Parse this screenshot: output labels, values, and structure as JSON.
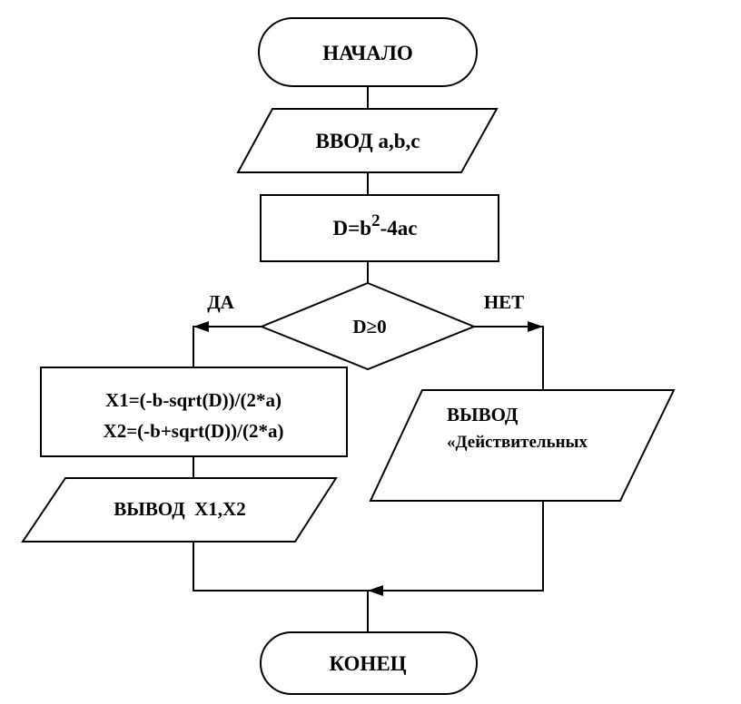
{
  "flowchart": {
    "start": "НАЧАЛО",
    "input": "ВВОД a,b,c",
    "process": {
      "lhs": "D=b",
      "exponent": "2",
      "rhs": "-4ac"
    },
    "decision": "D≥0",
    "yes_label": "ДА",
    "no_label": "НЕТ",
    "roots": {
      "x1": "X1=(-b-sqrt(D))/(2*a)",
      "x2": "X2=(-b+sqrt(D))/(2*a)"
    },
    "output_roots": "ВЫВОД  X1,X2",
    "output_no_roots": {
      "line1": "ВЫВОД",
      "line2": "«Действительных"
    },
    "end": "КОНЕЦ"
  }
}
